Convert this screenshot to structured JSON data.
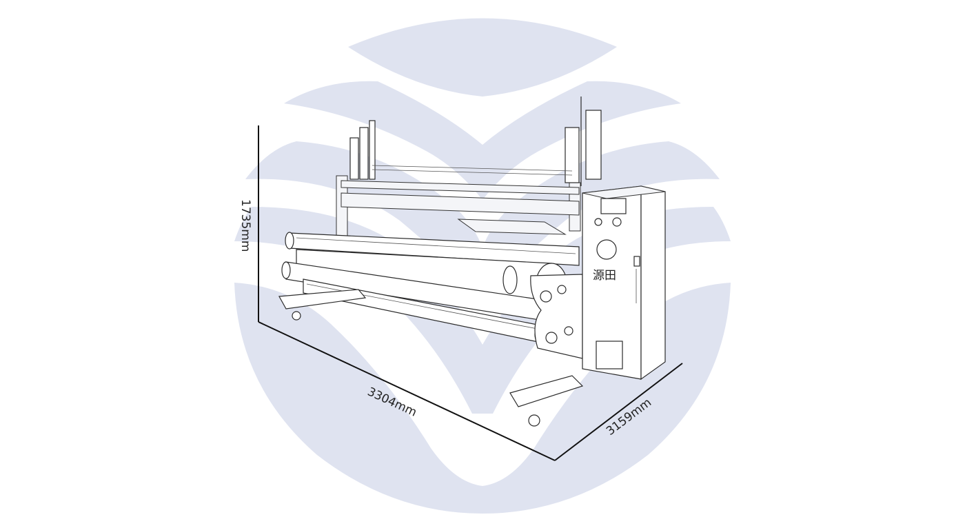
{
  "watermark": {
    "color": "#dfe3f0",
    "icon": "brand-circle-logo"
  },
  "machine": {
    "icon": "roll-slitting-machine",
    "cabinet_logo_text": "源田"
  },
  "dimensions": {
    "height": "1735mm",
    "length": "3304mm",
    "width": "3159mm"
  }
}
